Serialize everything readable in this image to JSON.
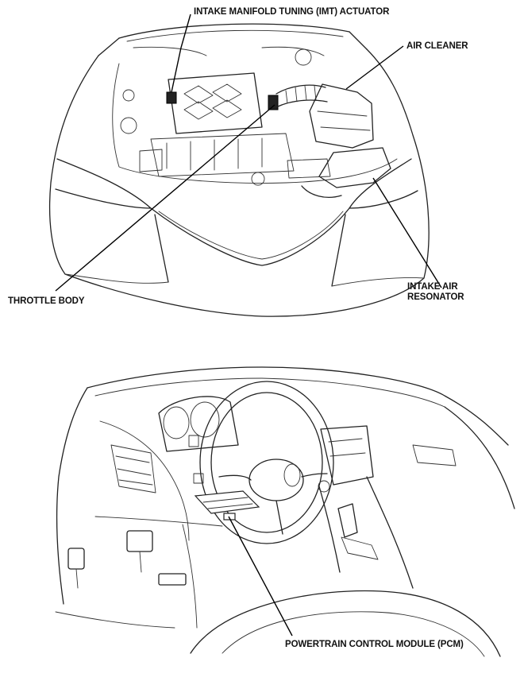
{
  "engine_view": {
    "callouts": {
      "imt_actuator": "INTAKE MANIFOLD TUNING (IMT) ACTUATOR",
      "air_cleaner": "AIR CLEANER",
      "throttle_body": "THROTTLE BODY",
      "intake_air_resonator_line1": "INTAKE AIR",
      "intake_air_resonator_line2": "RESONATOR"
    }
  },
  "interior_view": {
    "callouts": {
      "pcm": "POWERTRAIN CONTROL MODULE (PCM)"
    }
  }
}
